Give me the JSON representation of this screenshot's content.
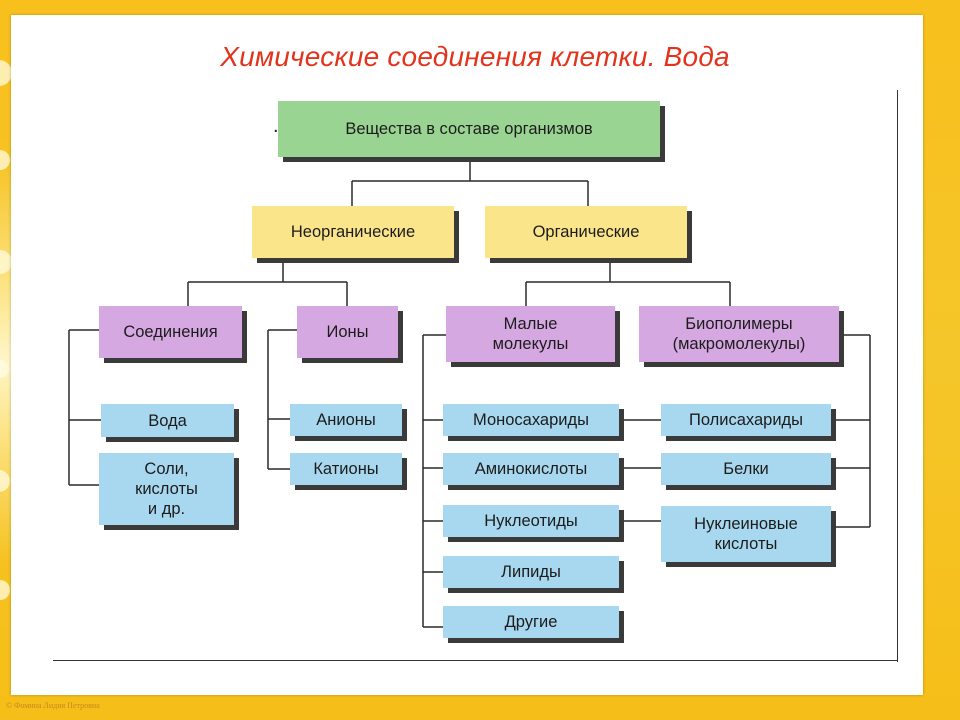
{
  "title": "Химические соединения клетки. Вода",
  "credit": "© Фомина Лидия Петровна",
  "root": {
    "label": "Вещества в составе организмов"
  },
  "groups": {
    "inorganic": {
      "label": "Неорганические"
    },
    "organic": {
      "label": "Органические"
    }
  },
  "subgroups": {
    "compounds": {
      "label": "Соединения"
    },
    "ions": {
      "label": "Ионы"
    },
    "small_molecules": {
      "label": "Малые\nмолекулы"
    },
    "biopolymers": {
      "label": "Биополимеры\n(макромолекулы)"
    }
  },
  "leaves": {
    "water": "Вода",
    "salts": "Соли,\nкислоты\nи др.",
    "anions": "Анионы",
    "cations": "Катионы",
    "monosaccharides": "Моносахариды",
    "amino_acids": "Аминокислоты",
    "nucleotides": "Нуклеотиды",
    "lipids": "Липиды",
    "others": "Другие",
    "polysaccharides": "Полисахариды",
    "proteins": "Белки",
    "nucleic_acids": "Нуклеиновые\nкислоты"
  },
  "colors": {
    "title": "#e2331c",
    "level1": "#9ad492",
    "level2": "#fbe58a",
    "level3": "#d6a8e2",
    "level4": "#a8d8ef",
    "background": "#f7c21a"
  }
}
